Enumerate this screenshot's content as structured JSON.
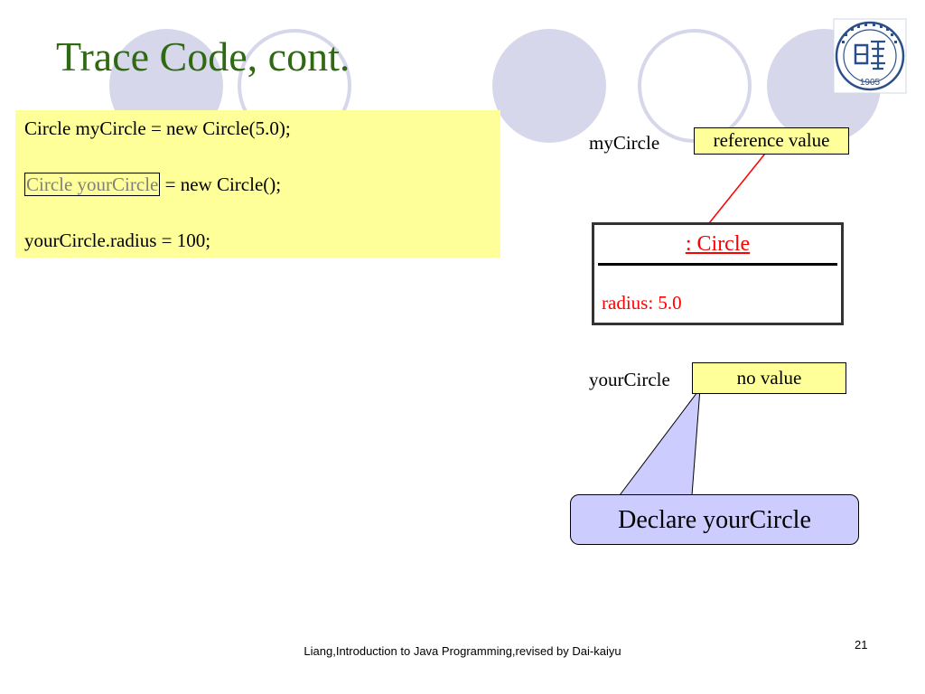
{
  "slide": {
    "title": "Trace Code, cont.",
    "code_lines": {
      "line1": "Circle myCircle = new Circle(5.0);",
      "line2_highlight": "Circle yourCircle",
      "line2_rest": " = new Circle();",
      "line3": "yourCircle.radius = 100;"
    },
    "mycircle": {
      "label": "myCircle",
      "value": "reference value"
    },
    "circle_object": {
      "class_name": ": Circle",
      "field": "radius: 5.0"
    },
    "yourcircle": {
      "label": "yourCircle",
      "value": "no value"
    },
    "callout": "Declare yourCircle",
    "footer": "Liang,Introduction to Java Programming,revised by Dai-kaiyu",
    "page_number": "21"
  },
  "logo": {
    "year": "1905"
  },
  "colors": {
    "title": "#2f6a13",
    "code_bg": "#ffff99",
    "decoration": "#d7d7ec",
    "object_text": "#ff0000",
    "callout_bg": "#ccccff",
    "arrow": "#ff0000",
    "logo": "#2b4f8a"
  }
}
